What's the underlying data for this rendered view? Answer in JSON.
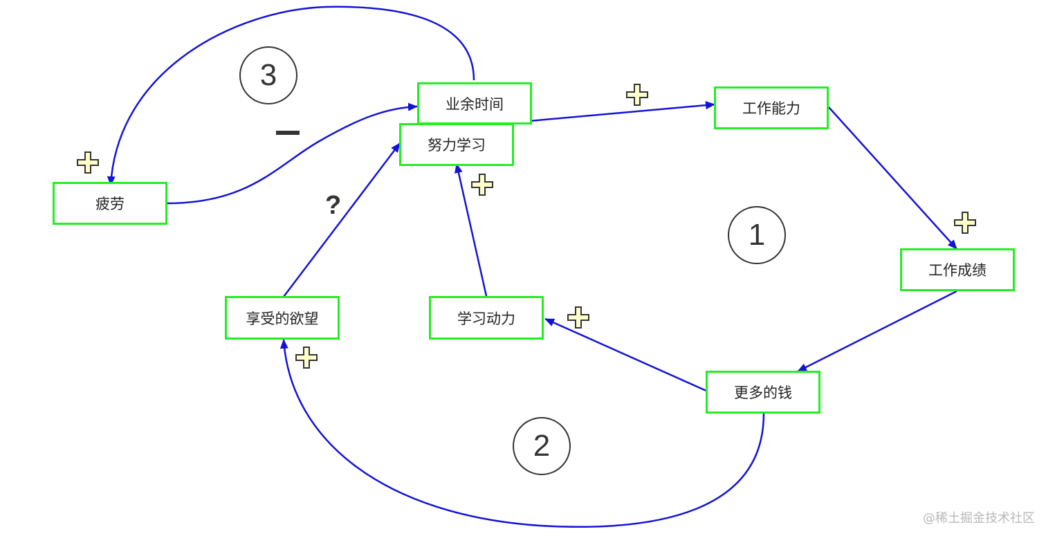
{
  "nodes": {
    "spare_time": "业余时间",
    "study_hard": "努力学习",
    "work_ability": "工作能力",
    "fatigue": "疲劳",
    "work_performance": "工作成绩",
    "desire_enjoy": "享受的欲望",
    "study_motivation": "学习动力",
    "more_money": "更多的钱"
  },
  "loops": {
    "loop1": "1",
    "loop2": "2",
    "loop3": "3"
  },
  "question_mark": "?",
  "watermark": "@稀土掘金技术社区",
  "colors": {
    "node_border": "#22ee22",
    "edge": "#1212d8",
    "plus_fill": "#ffffcc"
  }
}
